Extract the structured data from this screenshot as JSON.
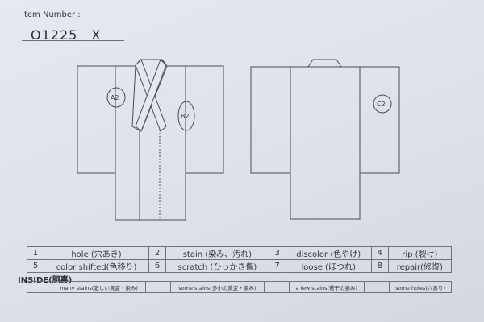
{
  "header": {
    "item_label": "Item Number :",
    "item_number": "O1225　X"
  },
  "diagram": {
    "front_marks": [
      {
        "id": "A2",
        "label": "A2"
      },
      {
        "id": "B2",
        "label": "B2"
      }
    ],
    "back_marks": [
      {
        "id": "C2",
        "label": "C2"
      }
    ],
    "line_color": "#4a4d57"
  },
  "legend": {
    "rows": [
      [
        {
          "num": "1",
          "label": "hole (穴あき)"
        },
        {
          "num": "2",
          "label": "stain (染み、汚れ)"
        },
        {
          "num": "3",
          "label": "discolor (色やけ)"
        },
        {
          "num": "4",
          "label": "rip (裂け)"
        }
      ],
      [
        {
          "num": "5",
          "label": "color shifted(色移り)"
        },
        {
          "num": "6",
          "label": "scratch (ひっかき傷)"
        },
        {
          "num": "7",
          "label": "loose (ほつれ)"
        },
        {
          "num": "8",
          "label": "repair(修復)"
        }
      ]
    ]
  },
  "inside": {
    "title": "INSIDE(胴裏)",
    "options": [
      {
        "label": "many stains(激しい黄変・染み)"
      },
      {
        "label": "some stains(多小の黄変・染み)"
      },
      {
        "label": "a few stains(若干の染み)"
      },
      {
        "label": "some holes(穴あり)"
      }
    ]
  }
}
